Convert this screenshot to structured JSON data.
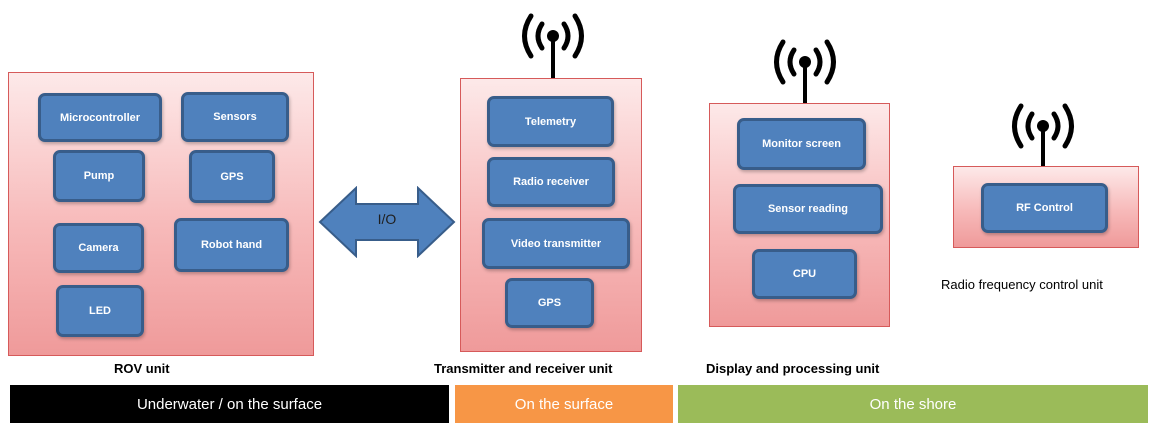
{
  "rov": {
    "caption": "ROV unit",
    "modules": [
      "Microcontroller",
      "Sensors",
      "Pump",
      "GPS",
      "Camera",
      "Robot hand",
      "LED"
    ]
  },
  "io": {
    "label": "I/O"
  },
  "transceiver": {
    "caption": "Transmitter and receiver unit",
    "modules": [
      "Telemetry",
      "Radio receiver",
      "Video transmitter",
      "GPS"
    ]
  },
  "display": {
    "caption": "Display and processing unit",
    "modules": [
      "Monitor screen",
      "Sensor reading",
      "CPU"
    ]
  },
  "rf": {
    "caption": "Radio frequency control unit",
    "modules": [
      "RF Control"
    ]
  },
  "zones": [
    {
      "label": "Underwater / on the surface",
      "color": "#000000"
    },
    {
      "label": "On the surface",
      "color": "#f79646"
    },
    {
      "label": "On the shore",
      "color": "#9bbb59"
    }
  ],
  "colors": {
    "unit_fill": "#f7b9b9",
    "unit_border": "#d65a5a",
    "module_fill": "#4f81bd",
    "module_border": "#385d8a",
    "arrow_fill": "#4f81bd"
  },
  "icons": {
    "antenna": "antenna-icon",
    "arrow": "double-arrow"
  }
}
